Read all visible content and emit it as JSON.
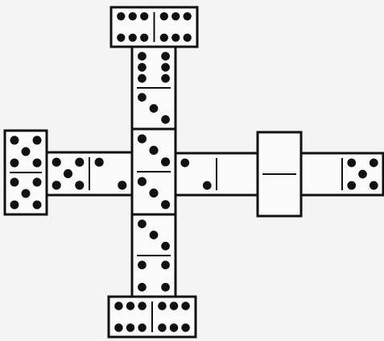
{
  "figure": {
    "kind": "domino-cross-layout",
    "colors": {
      "background": "#f4f4f4",
      "tile": "#fafafa",
      "ink": "#111111"
    }
  },
  "dominoes": [
    {
      "name": "domino-top-double-six",
      "orientation": "horizontal",
      "ends": [
        6,
        6
      ]
    },
    {
      "name": "domino-upper-six-three",
      "orientation": "vertical",
      "ends": [
        6,
        3
      ]
    },
    {
      "name": "domino-center-three-three",
      "orientation": "vertical",
      "ends": [
        3,
        3
      ]
    },
    {
      "name": "domino-lower-three-four",
      "orientation": "vertical",
      "ends": [
        3,
        4
      ]
    },
    {
      "name": "domino-bottom-double-six",
      "orientation": "horizontal",
      "ends": [
        6,
        6
      ]
    },
    {
      "name": "domino-left-double-five",
      "orientation": "vertical",
      "ends": [
        5,
        5
      ]
    },
    {
      "name": "domino-left-five-two",
      "orientation": "horizontal",
      "ends": [
        5,
        2
      ]
    },
    {
      "name": "domino-right-two-blank",
      "orientation": "horizontal",
      "ends": [
        2,
        0
      ]
    },
    {
      "name": "domino-double-blank",
      "orientation": "vertical",
      "ends": [
        0,
        0
      ]
    },
    {
      "name": "domino-right-blank-five",
      "orientation": "horizontal",
      "ends": [
        0,
        5
      ]
    }
  ]
}
